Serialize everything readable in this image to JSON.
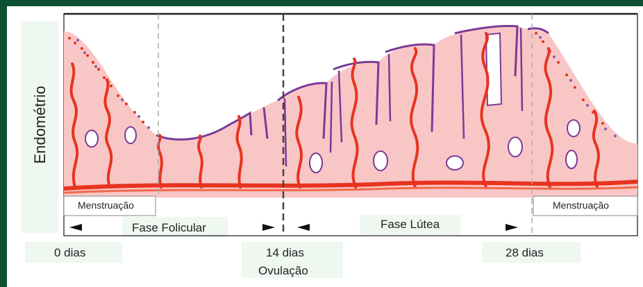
{
  "y_axis_label": "Endométrio",
  "phase_boxes": {
    "left": "Menstruação",
    "right": "Menstruação"
  },
  "phases": {
    "follicular": "Fase Folicular",
    "luteal": "Fase Lútea"
  },
  "ticks": {
    "day0": "0 dias",
    "day14": "14 dias",
    "day28": "28 dias",
    "ovulation": "Ovulação"
  },
  "colors": {
    "frame": "#0e5132",
    "tissue": "#f9c6c6",
    "vessel": "#e8331f",
    "gland": "#7b3a96",
    "label_bg": "#eef7f0"
  }
}
